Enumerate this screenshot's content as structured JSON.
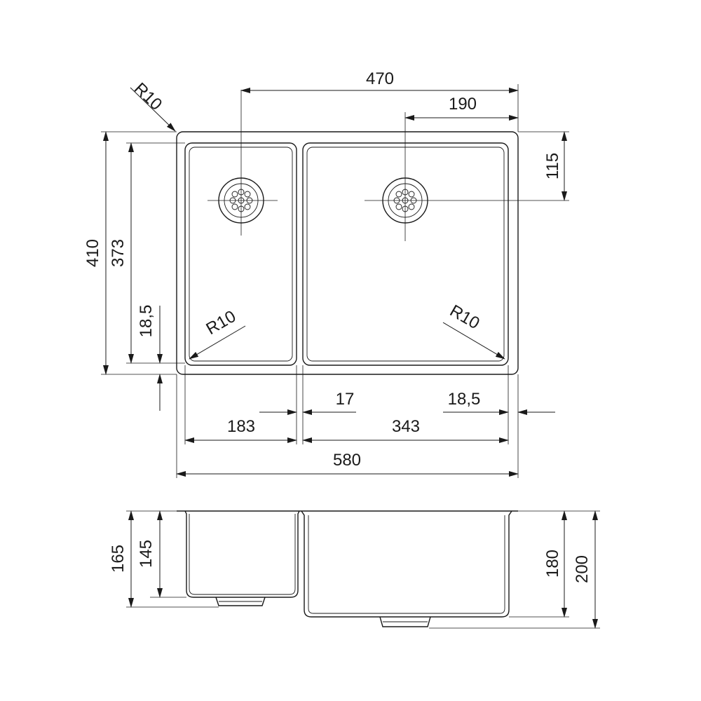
{
  "top_view": {
    "radius_label_top": "R10",
    "radius_label_left_bowl": "R10",
    "radius_label_right_bowl": "R10",
    "overall_width": "470",
    "drain_offset_right": "190",
    "drain_offset_top": "115",
    "overall_depth": "410",
    "bowl_depth": "373",
    "bottom_rim": "18,5",
    "left_bowl_width": "183",
    "divider_width": "17",
    "right_rim": "18,5",
    "right_bowl_width": "343",
    "total_width": "580"
  },
  "side_view": {
    "outer_depth_left": "165",
    "inner_depth_left": "145",
    "inner_depth_right": "180",
    "outer_depth_right": "200"
  }
}
